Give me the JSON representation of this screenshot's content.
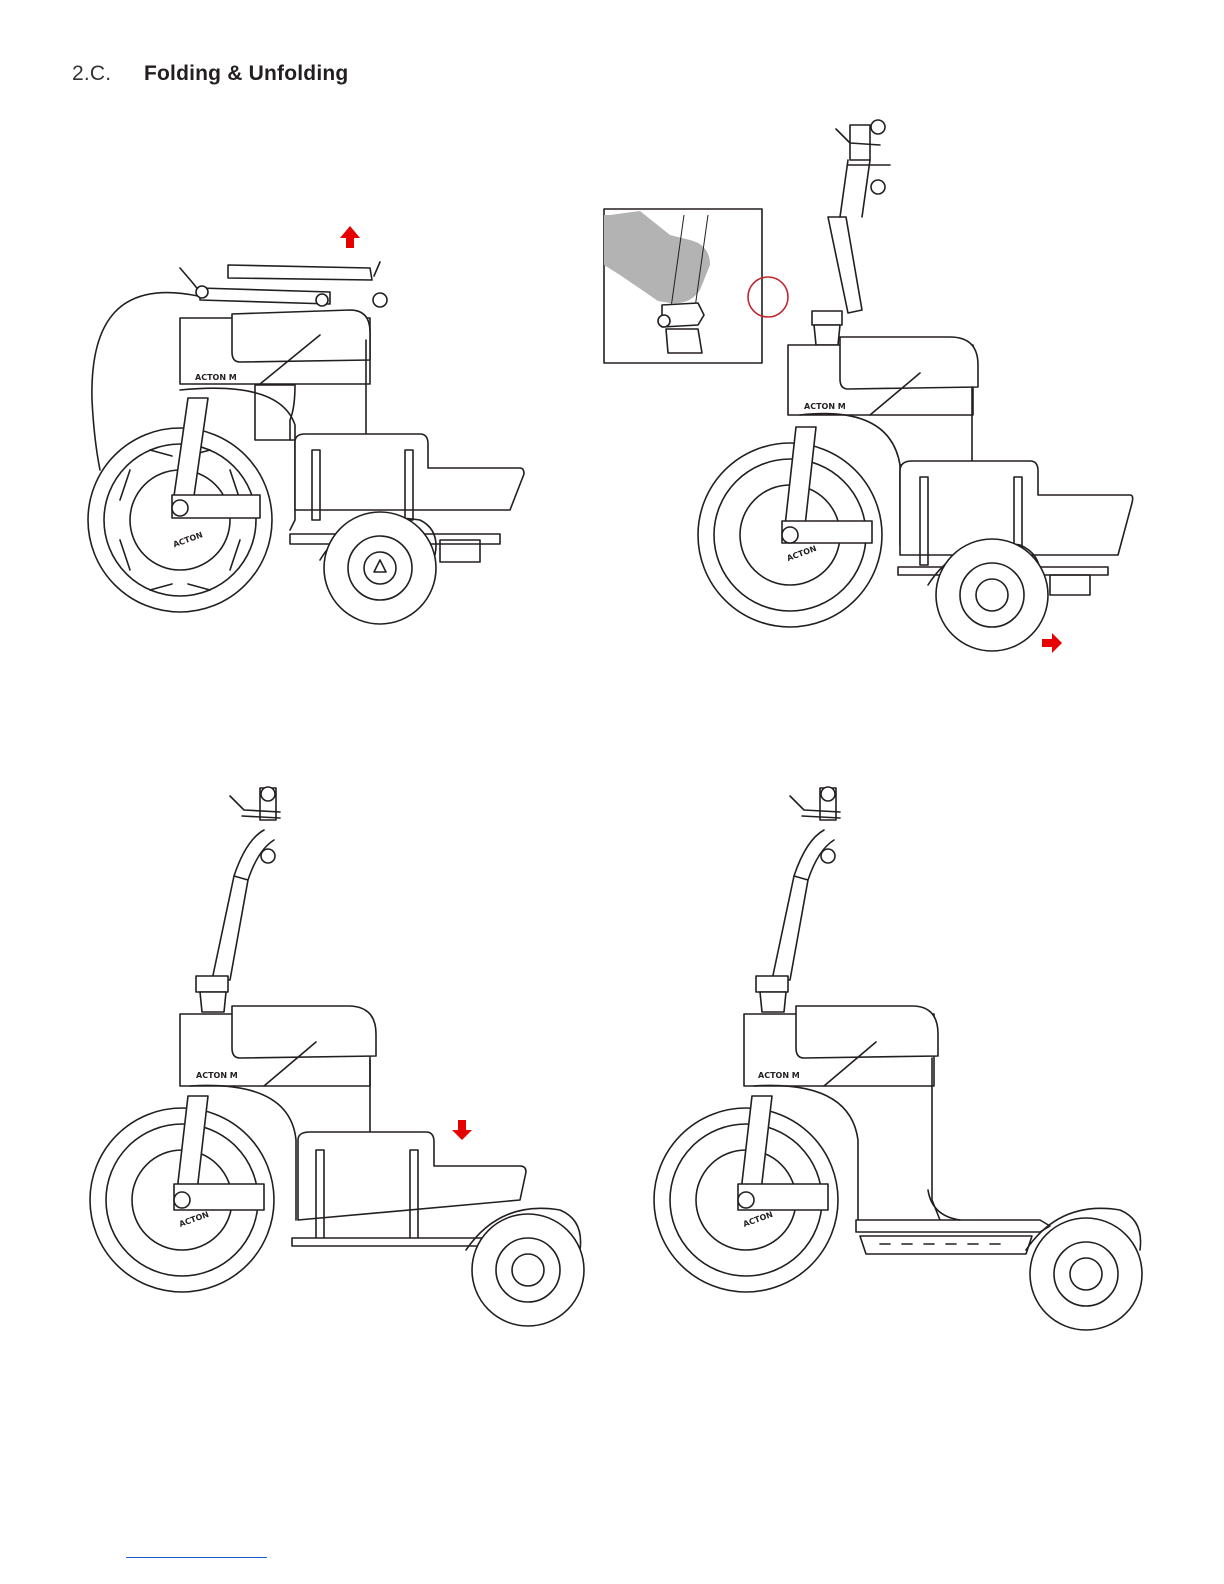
{
  "section": {
    "number": "2.C.",
    "title": "Folding & Unfolding"
  },
  "brand": {
    "model_label": "ACTON M",
    "wheel_label": "ACTON"
  },
  "colors": {
    "arrow": "#e60000",
    "line": "#231f20",
    "hand": "#b3b3b3",
    "callout": "#c1272d"
  },
  "figures": [
    {
      "step": "folded",
      "arrow": "up-arrow"
    },
    {
      "step": "handlebar-raised",
      "arrow": "right-arrow",
      "inset": "hand-on-latch"
    },
    {
      "step": "deck-lowering",
      "arrow": "down-arrow"
    },
    {
      "step": "unfolded",
      "arrow": ""
    }
  ]
}
